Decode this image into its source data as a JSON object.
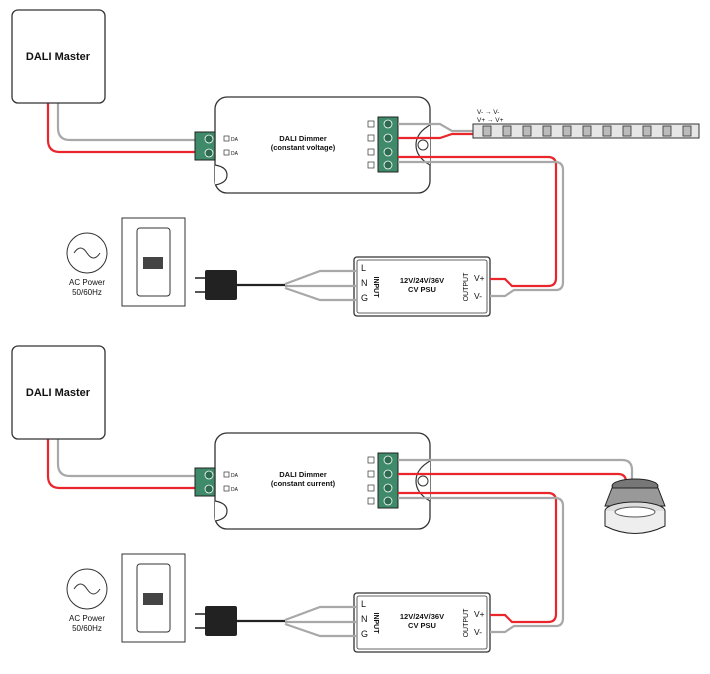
{
  "sections": [
    {
      "master_label": "DALI Master",
      "dimmer_title": "DALI Dimmer",
      "dimmer_subtitle": "(constant voltage)",
      "dali_labels": [
        "DA",
        "DA"
      ],
      "ac_label": "AC Power",
      "ac_freq": "50/60Hz",
      "psu_title": "12V/24V/36V",
      "psu_subtitle": "CV PSU",
      "psu_input_label": "INPUT",
      "psu_output_label": "OUTPUT",
      "psu_inputs": [
        "L",
        "N",
        "G"
      ],
      "psu_outputs": [
        "V+",
        "V-"
      ],
      "load": "led-strip",
      "strip_labels": [
        "V-  →  V-",
        "V+  →  V+"
      ]
    },
    {
      "master_label": "DALI Master",
      "dimmer_title": "DALI Dimmer",
      "dimmer_subtitle": "(constant current)",
      "dali_labels": [
        "DA",
        "DA"
      ],
      "ac_label": "AC Power",
      "ac_freq": "50/60Hz",
      "psu_title": "12V/24V/36V",
      "psu_subtitle": "CV PSU",
      "psu_input_label": "INPUT",
      "psu_output_label": "OUTPUT",
      "psu_inputs": [
        "L",
        "N",
        "G"
      ],
      "psu_outputs": [
        "V+",
        "V-"
      ],
      "load": "led-downlight"
    }
  ],
  "colors": {
    "positive_wire": "#e8262b",
    "negative_wire": "#a8a8a8",
    "terminal": "#3e8a6a"
  }
}
